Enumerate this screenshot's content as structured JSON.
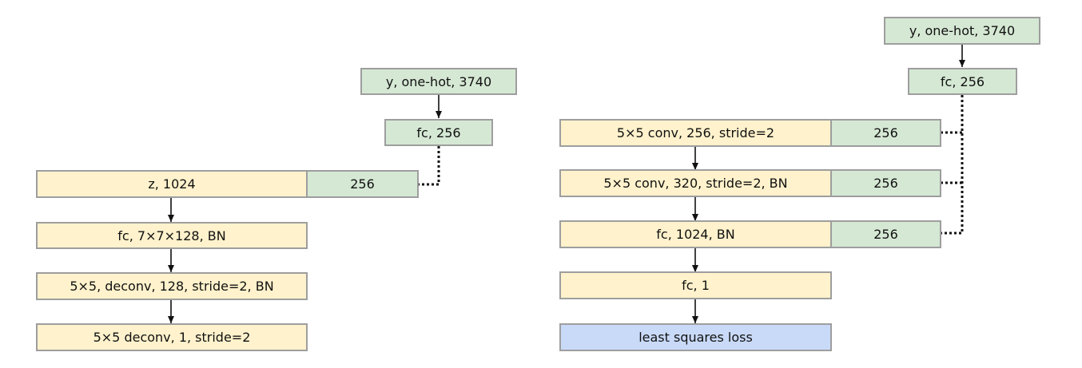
{
  "generator": {
    "label_box": "y, one-hot, 3740",
    "label_fc": "fc, 256",
    "noise": "z, 1024",
    "noise_concat": "256",
    "layers": [
      "fc, 7×7×128, BN",
      "5×5, deconv, 128, stride=2, BN",
      "5×5 deconv, 1, stride=2"
    ]
  },
  "discriminator": {
    "label_box": "y, one-hot, 3740",
    "label_fc": "fc, 256",
    "layers": [
      "5×5 conv, 256, stride=2",
      "5×5 conv, 320, stride=2, BN",
      "fc, 1024, BN",
      "fc, 1"
    ],
    "concat": [
      "256",
      "256",
      "256"
    ],
    "loss": "least squares loss"
  },
  "colors": {
    "layer": "#fff2cc",
    "label": "#d5e8d4",
    "loss": "#c9daf8",
    "border": "#9e9e9e"
  }
}
